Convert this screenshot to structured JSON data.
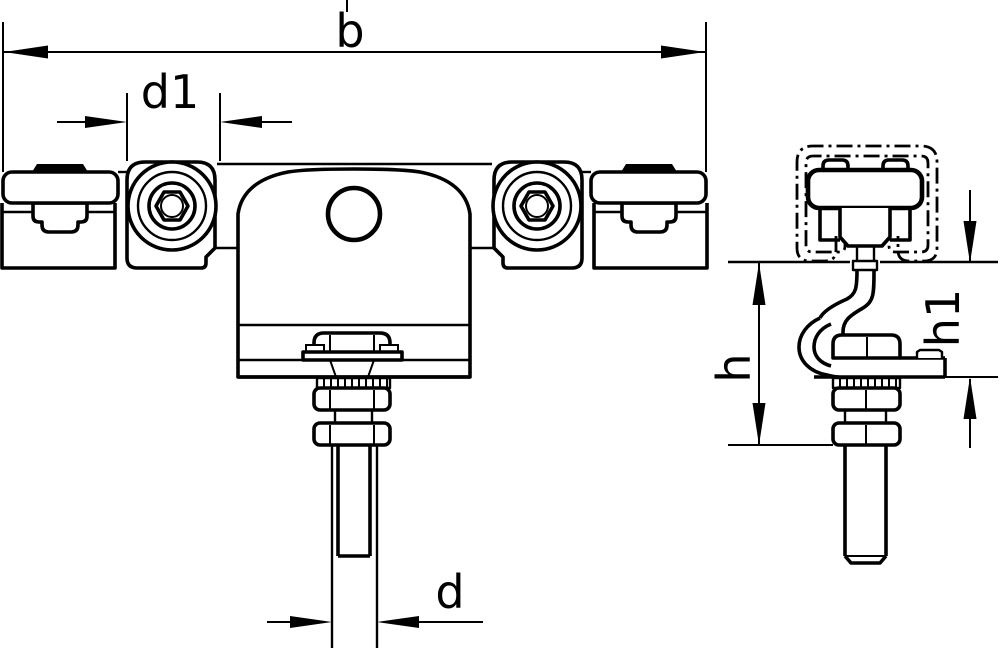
{
  "title": "sliding-door-trolley-technical-drawing",
  "colors": {
    "background": "#ffffff",
    "line": "#000000"
  },
  "views": {
    "front": "front-view",
    "side": "side-view-in-rail"
  },
  "dimensions": {
    "b": {
      "label": "b"
    },
    "d1": {
      "label": "d1"
    },
    "d": {
      "label": "d"
    },
    "h": {
      "label": "h"
    },
    "h1": {
      "label": "h1"
    }
  }
}
